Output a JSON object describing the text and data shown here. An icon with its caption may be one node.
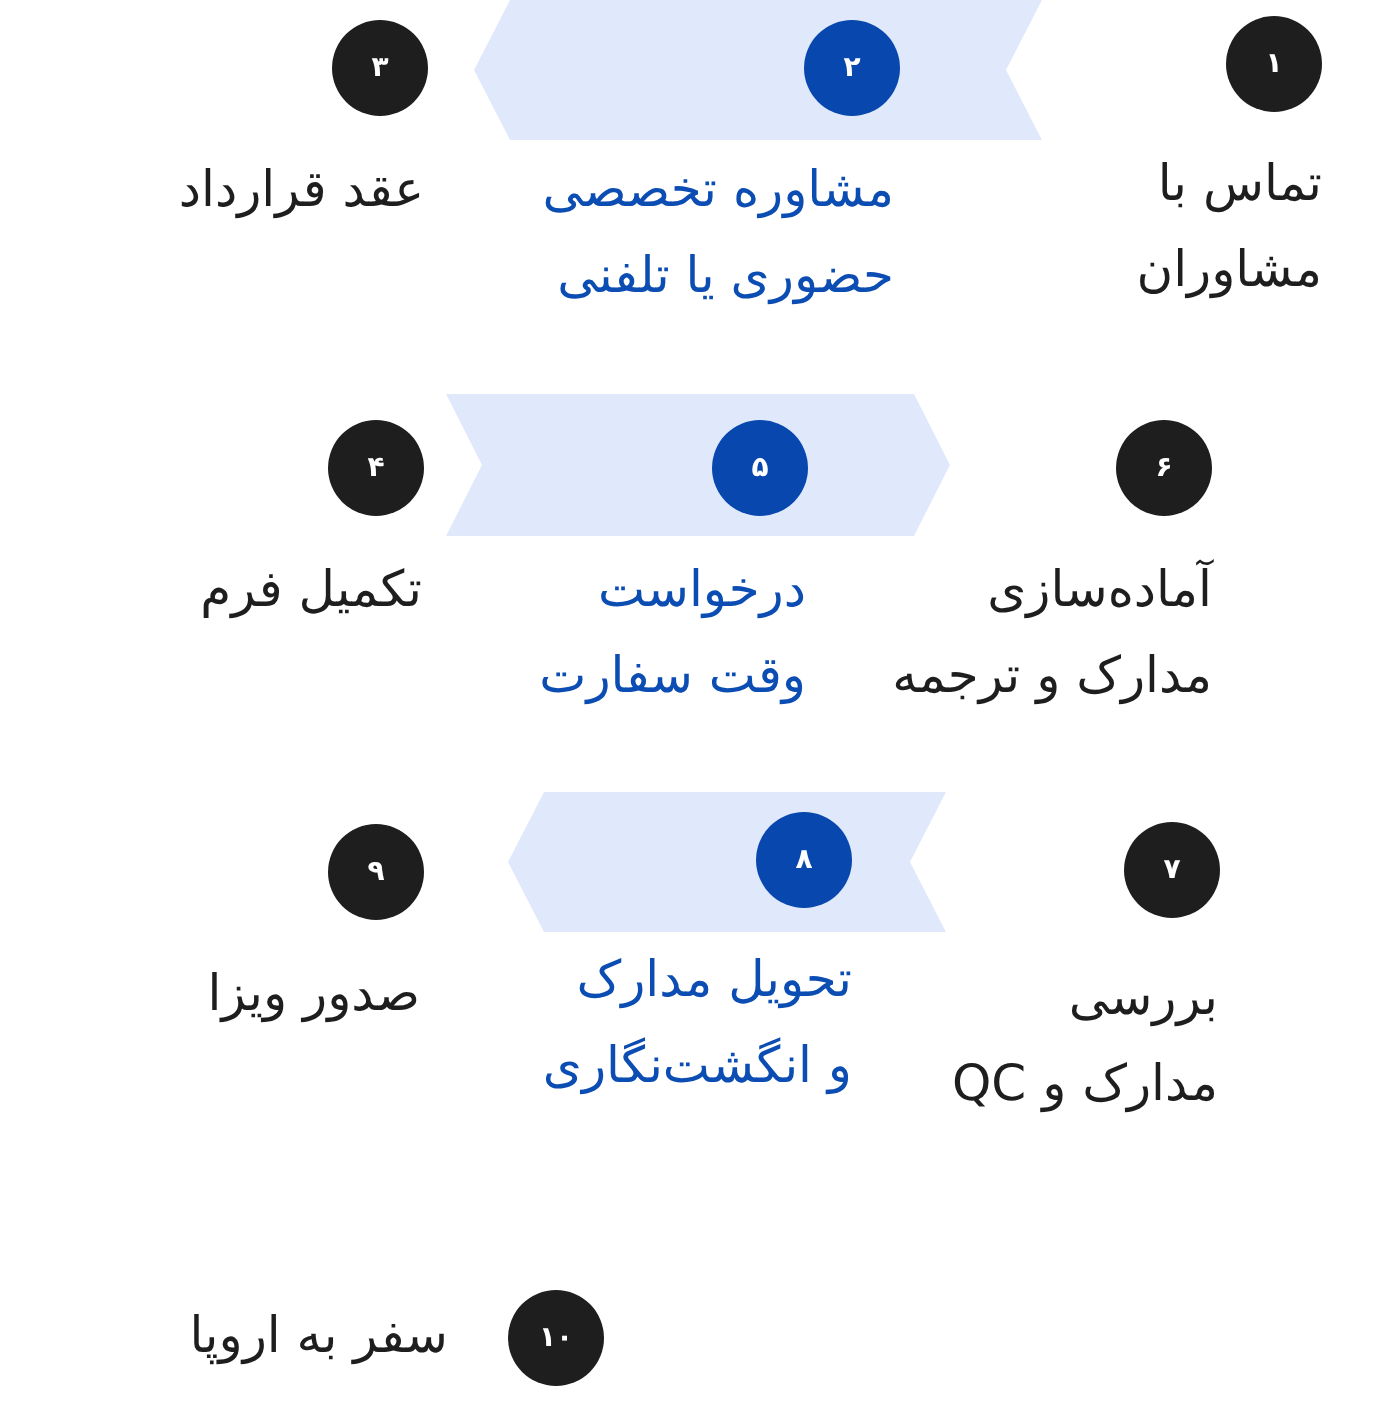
{
  "diagram": {
    "nodes": [
      {
        "text": [
          "۱"
        ],
        "beside": [
          "تماس با مشاوران"
        ]
      },
      {
        "text": [],
        "shape": "chevron"
      },
      {
        "text": [
          "۲"
        ],
        "in": 1,
        "beside": [
          "مشاوره تخصصی حضوری یا تلفنی"
        ]
      },
      {
        "text": [
          "۳"
        ],
        "beside": [
          "عقد قرارداد"
        ]
      },
      {
        "text": [
          "۴"
        ],
        "beside": [
          "تکمیل فرم"
        ]
      },
      {
        "text": [],
        "shape": "chevron"
      },
      {
        "text": [
          "۵"
        ],
        "in": 5,
        "beside": [
          "درخواست وقت سفارت"
        ]
      },
      {
        "text": [
          "۶"
        ],
        "beside": [
          "آماده‌سازی مدارک و ترجمه"
        ]
      },
      {
        "text": [
          "۷"
        ],
        "beside": [
          "بررسی مدارک و QC"
        ]
      },
      {
        "text": [],
        "shape": "chevron"
      },
      {
        "text": [
          "۸"
        ],
        "in": 9,
        "beside": [
          "تحویل مدارک و انگشت‌نگاری"
        ]
      },
      {
        "text": [
          "۹"
        ],
        "beside": [
          "صدور ویزا"
        ]
      },
      {
        "text": [
          "۱۰"
        ],
        "beside": [
          "سفر به اروپا"
        ]
      }
    ]
  }
}
